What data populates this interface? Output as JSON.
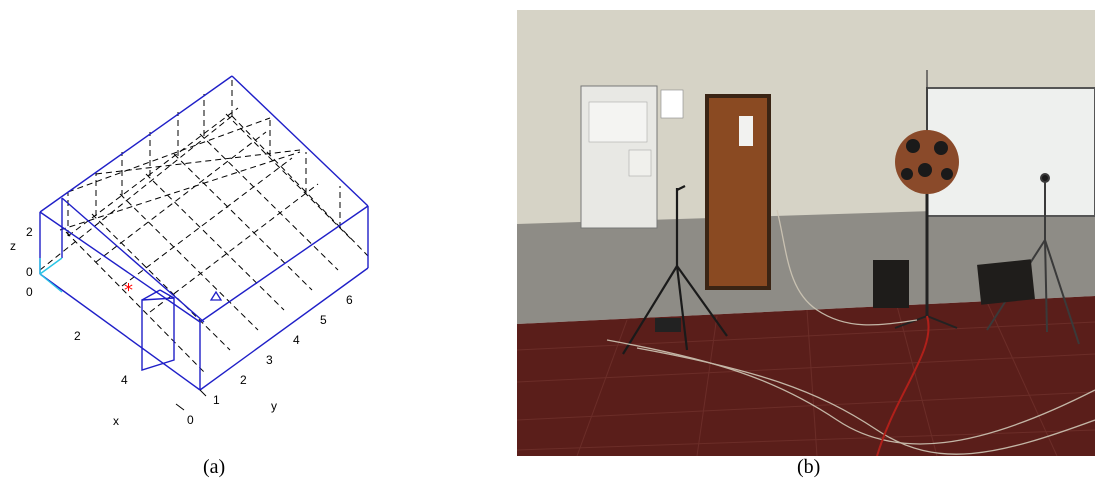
{
  "figure_a": {
    "caption": "(a)",
    "axis_x_label": "x",
    "axis_y_label": "y",
    "axis_z_label": "z",
    "x_ticks": [
      "0",
      "2",
      "4"
    ],
    "y_ticks": [
      "0",
      "1",
      "2",
      "3",
      "4",
      "5",
      "6"
    ],
    "z_ticks": [
      "0",
      "2"
    ],
    "colors": {
      "room": "#1f1fc8",
      "grid": "#000000",
      "source": "#ff0000",
      "receiver": "#1f1fc8",
      "axis_origin": "#29c5e6"
    },
    "source_marker": "*",
    "receiver_marker": "triangle-icon"
  },
  "figure_b": {
    "caption": "(b)"
  }
}
